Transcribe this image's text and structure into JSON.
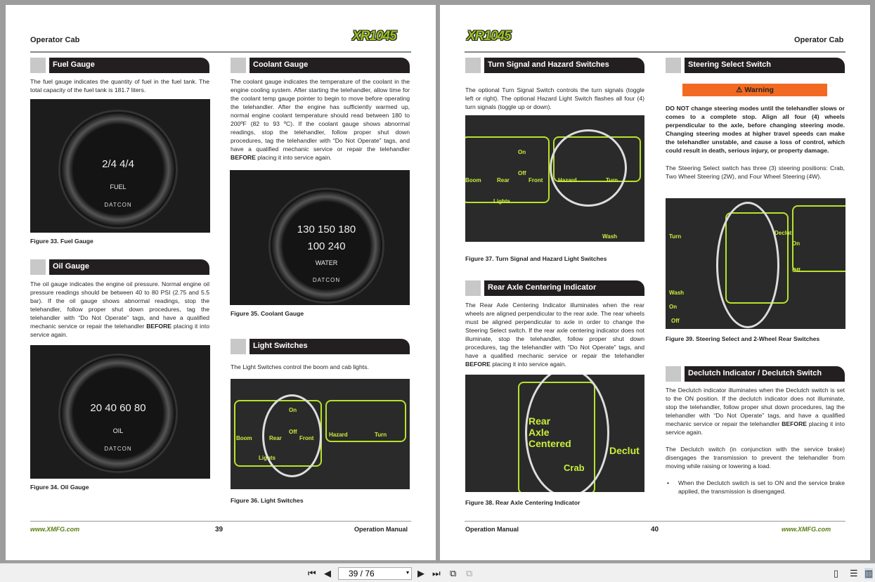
{
  "header_title": "Operator Cab",
  "logo": "XR1045",
  "footer": {
    "manual": "Operation Manual",
    "website_logo": "www.XMFG.com",
    "left_page": "39",
    "right_page": "40"
  },
  "left": {
    "fuel": {
      "title": "Fuel Gauge",
      "text": "The fuel gauge indicates the quantity of fuel in the fuel tank. The total capacity of the fuel tank is 181.7 liters.",
      "caption": "Figure 33.  Fuel Gauge"
    },
    "oil": {
      "title": "Oil Gauge",
      "text_pre": "The oil gauge indicates the engine oil pressure.  Normal engine oil pressure readings should be between 40 to 80 PSI (2.75 and 5.5 bar).  If the oil gauge shows abnormal readings, stop the telehandler, follow proper shut down procedures, tag the telehandler with “Do Not Operate” tags, and have a qualified mechanic service or repair the telehandler ",
      "bold": "BEFORE",
      "text_post": " placing it into service again.",
      "caption": "Figure 34.  Oil Gauge"
    },
    "coolant": {
      "title": "Coolant Gauge",
      "text_pre": "The coolant gauge indicates the temperature of the coolant in the engine cooling system.  After starting the telehandler, allow time for the coolant temp gauge pointer to begin to move before operating the telehandler.  After the engine has sufficiently warmed up, normal engine coolant temperature should read between 180 to 200ºF (82  to 93 ºC).  If the coolant gauge shows abnormal readings, stop the telehandler, follow proper shut down procedures, tag the telehandler with “Do Not Operate” tags, and have a qualified mechanic service or repair the telehandler ",
      "bold": "BEFORE",
      "text_post": " placing it into service again.",
      "caption": "Figure 35.  Coolant Gauge"
    },
    "lights": {
      "title": "Light Switches",
      "text": "The Light Switches control the boom and cab lights.",
      "caption": "Figure 36.  Light Switches"
    }
  },
  "right": {
    "turn": {
      "title": "Turn Signal and Hazard Switches",
      "text": "The optional Turn Signal Switch controls the turn signals (toggle left or right).  The optional Hazard Light Switch flashes all four (4) turn signals (toggle up or down).",
      "caption": "Figure 37.  Turn Signal and Hazard Light Switches"
    },
    "axle": {
      "title": "Rear Axle Centering Indicator",
      "text_pre": "The Rear Axle Centering Indicator illuminates when the rear wheels are aligned perpendicular to the rear axle. The rear wheels must be aligned perpendicular to axle in order to change the Steering Select switch.  If the rear axle centering indicator does not illuminate, stop the telehandler, follow proper shut down procedures, tag the telehandler with “Do Not Operate” tags, and have a qualified mechanic service or repair the telehandler ",
      "bold": "BEFORE",
      "text_post": " placing it into service again.",
      "caption": "Figure 38.  Rear Axle Centering Indicator"
    },
    "steering": {
      "title": "Steering Select Switch",
      "warning": "⚠ Warning",
      "warning_text": "DO NOT change steering modes until the telehandler slows or comes to a complete stop. Align all four (4) wheels perpendicular to the axle, before changing steering mode. Changing steering modes at higher travel speeds can make the telehandler unstable, and cause a loss of control, which could result in death, serious injury, or property damage.",
      "text": "The Steering Select switch has three (3) steering positions: Crab, Two Wheel Steering (2W), and Four Wheel Steering (4W).",
      "caption": "Figure 39.  Steering Select and 2-Wheel Rear Switches"
    },
    "declutch": {
      "title": "Declutch Indicator / Declutch Switch",
      "text1_pre": "The Declutch indicator illuminates when the Declutch switch is set to the ON position.  If the declutch indicator does not illuminate, stop the telehandler, follow proper shut down procedures, tag the telehandler with “Do Not Operate” tags, and have a qualified mechanic service or repair the telehandler ",
      "bold": "BEFORE",
      "text1_post": " placing it into service again.",
      "text2": "The Declutch switch (in conjunction with the service brake) disengages the transmission to prevent the telehandler from moving while raising or lowering a load.",
      "bullet": "When the Declutch switch is set to ON and the service brake applied, the transmission is disengaged."
    }
  },
  "figures": {
    "fuel": "2/4   4/4",
    "fuel_label": "FUEL",
    "oil": "20 40 60 80",
    "oil_label": "OIL",
    "coolant": "130 150 180",
    "coolant_ends": "100        240",
    "coolant_label": "WATER",
    "brand": "DATCON",
    "switch_labels": {
      "on": "On",
      "off": "Off",
      "boom": "Boom",
      "rear": "Rear",
      "front": "Front",
      "lights": "Lights",
      "hazard": "Hazard",
      "turn": "Turn",
      "wash": "Wash",
      "rear_axle": "Rear Axle Centered",
      "crab": "Crab",
      "declutch": "Declut"
    }
  },
  "toolbar": {
    "page_indicator": "39 / 76"
  }
}
